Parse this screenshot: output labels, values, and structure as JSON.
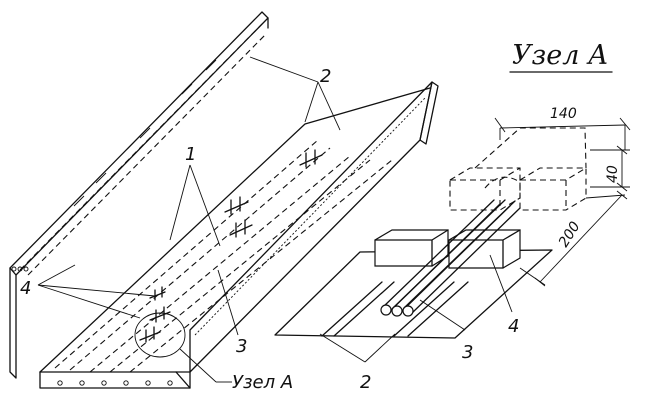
{
  "title": "Узел А",
  "callout": "Узел А",
  "labels": {
    "l1": "1",
    "l2": "2",
    "l3": "3",
    "l4": "4",
    "d2": "2",
    "d3": "3",
    "d4": "4"
  },
  "dimensions": {
    "width": "140",
    "height": "40",
    "length": "200"
  }
}
